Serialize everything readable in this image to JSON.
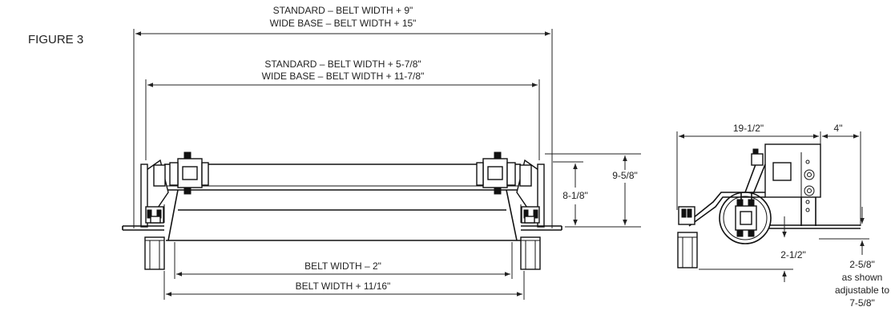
{
  "figure_label": "FIGURE 3",
  "front_view": {
    "overall_width": {
      "standard": "STANDARD – BELT WIDTH + 9\"",
      "wide_base": "WIDE BASE – BELT WIDTH + 15\""
    },
    "inner_width": {
      "standard": "STANDARD – BELT WIDTH + 5-7/8\"",
      "wide_base": "WIDE BASE – BELT WIDTH + 11-7/8\""
    },
    "height_inner": "8-1/8\"",
    "height_outer": "9-5/8\"",
    "belt_width_minus": "BELT WIDTH – 2\"",
    "belt_width_plus": "BELT WIDTH + 11/16\""
  },
  "side_view": {
    "length": "19-1/2\"",
    "offset": "4\"",
    "drop": "2-1/2\"",
    "adjust_value": "2-5/8\"",
    "adjust_note_1": "as shown",
    "adjust_note_2": "adjustable to",
    "adjust_note_3": "7-5/8\""
  }
}
